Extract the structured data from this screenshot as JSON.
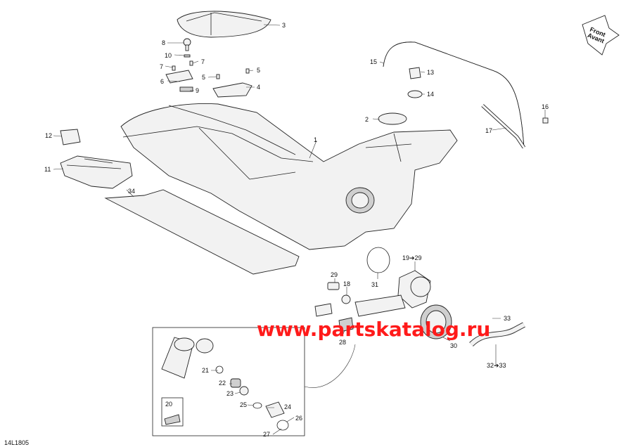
{
  "direction_label": "Front\nAvant",
  "diagram_code": "14L1805",
  "watermark": "www.partskatalog.ru",
  "callouts": [
    {
      "id": "c1",
      "text": "1"
    },
    {
      "id": "c2",
      "text": "2"
    },
    {
      "id": "c3",
      "text": "3"
    },
    {
      "id": "c4",
      "text": "4"
    },
    {
      "id": "c5a",
      "text": "5"
    },
    {
      "id": "c5b",
      "text": "5"
    },
    {
      "id": "c6",
      "text": "6"
    },
    {
      "id": "c7a",
      "text": "7"
    },
    {
      "id": "c7b",
      "text": "7"
    },
    {
      "id": "c8",
      "text": "8"
    },
    {
      "id": "c9",
      "text": "9"
    },
    {
      "id": "c10",
      "text": "10"
    },
    {
      "id": "c11",
      "text": "11"
    },
    {
      "id": "c12",
      "text": "12"
    },
    {
      "id": "c13",
      "text": "13"
    },
    {
      "id": "c14",
      "text": "14"
    },
    {
      "id": "c15",
      "text": "15"
    },
    {
      "id": "c16",
      "text": "16"
    },
    {
      "id": "c17",
      "text": "17"
    },
    {
      "id": "c18",
      "text": "18"
    },
    {
      "id": "c19",
      "text": "19➔29"
    },
    {
      "id": "c20",
      "text": "20"
    },
    {
      "id": "c21",
      "text": "21"
    },
    {
      "id": "c22",
      "text": "22"
    },
    {
      "id": "c23",
      "text": "23"
    },
    {
      "id": "c24",
      "text": "24"
    },
    {
      "id": "c25",
      "text": "25"
    },
    {
      "id": "c26",
      "text": "26"
    },
    {
      "id": "c27",
      "text": "27"
    },
    {
      "id": "c28",
      "text": "28"
    },
    {
      "id": "c29",
      "text": "29"
    },
    {
      "id": "c30",
      "text": "30"
    },
    {
      "id": "c31",
      "text": "31"
    },
    {
      "id": "c32",
      "text": "32➔33"
    },
    {
      "id": "c33",
      "text": "33"
    },
    {
      "id": "c34",
      "text": "34"
    }
  ]
}
